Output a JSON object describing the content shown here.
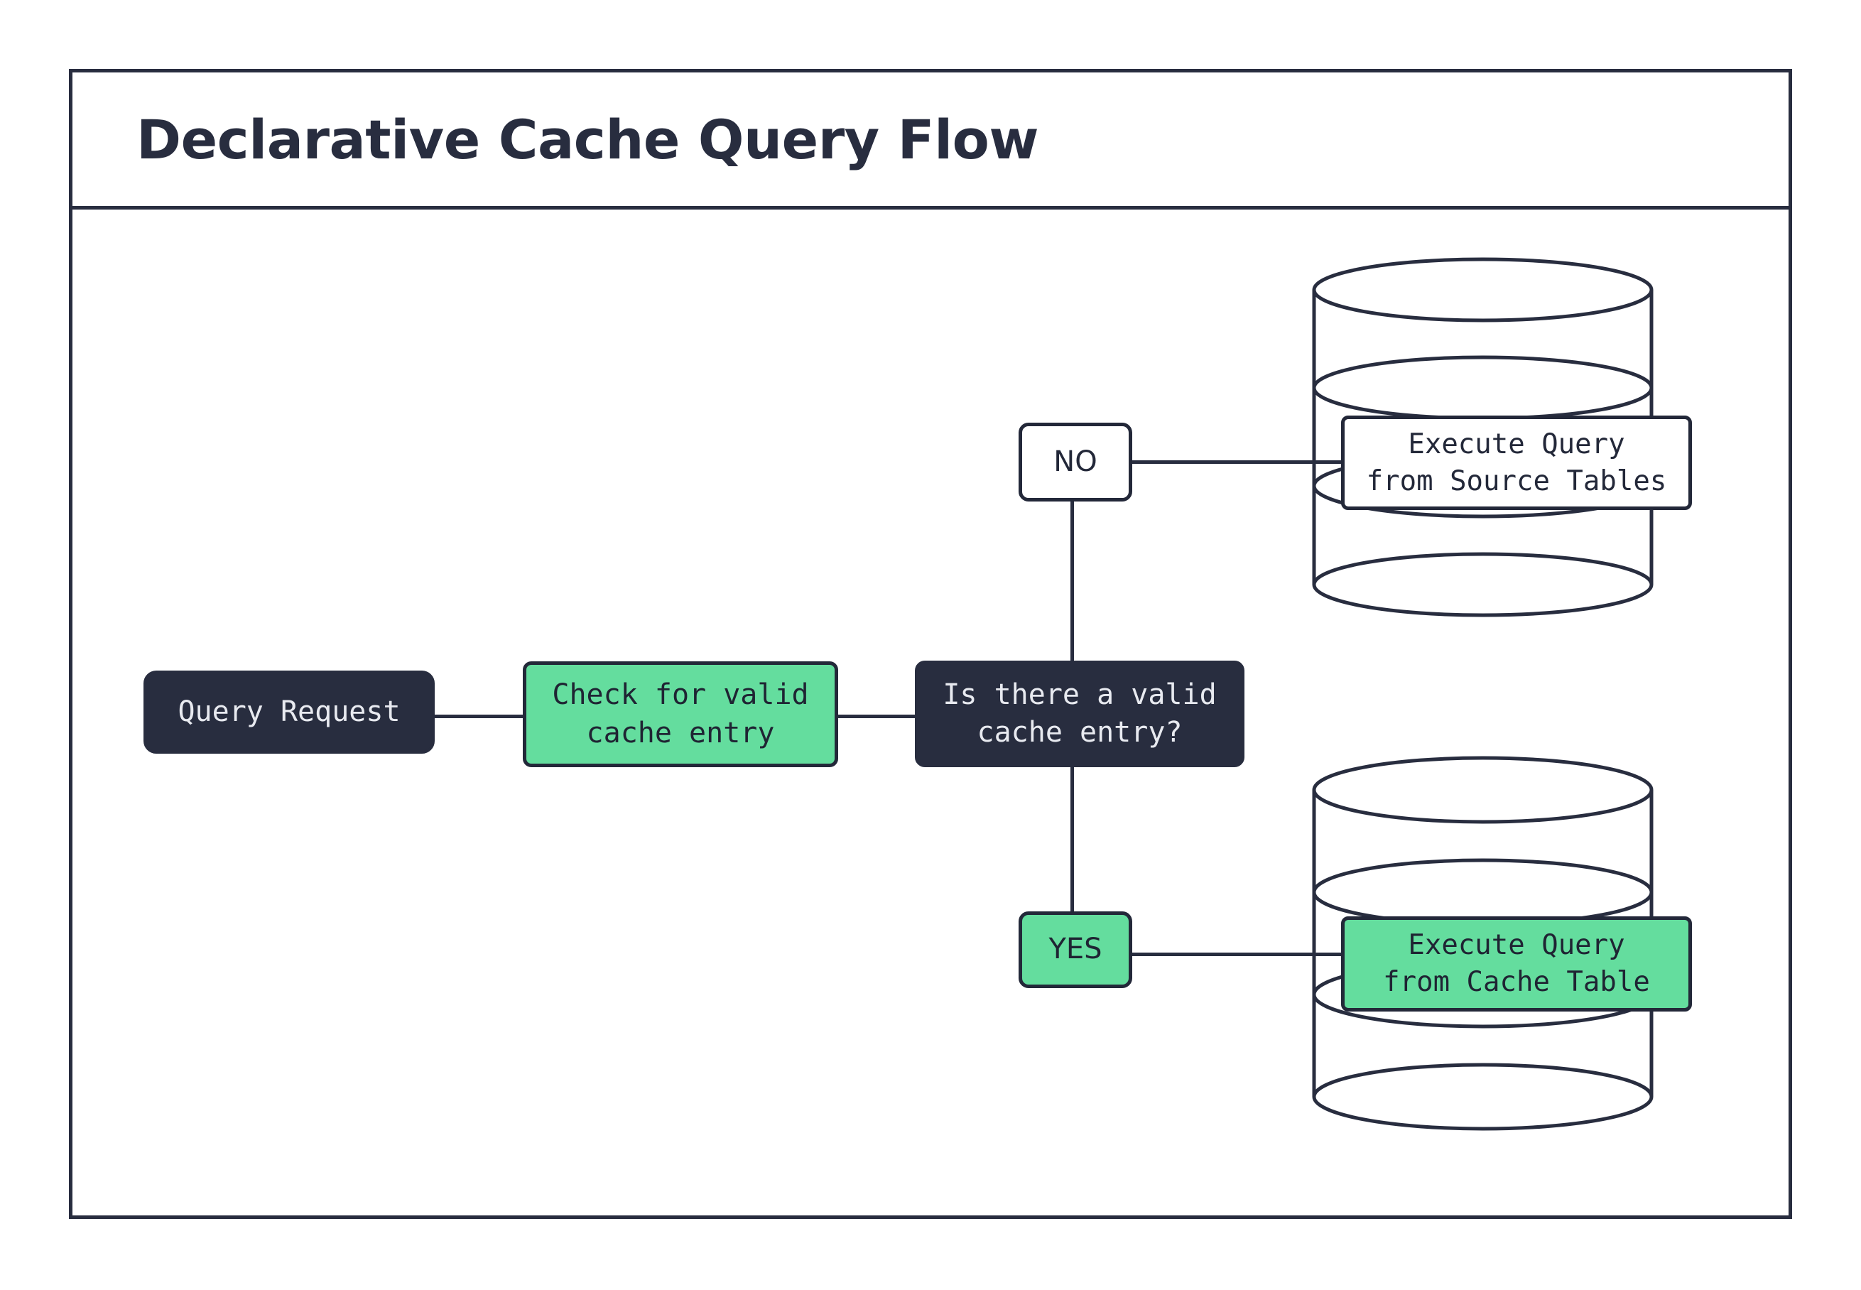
{
  "diagram": {
    "title": "Declarative Cache Query Flow",
    "colors": {
      "ink": "#282d3f",
      "accent_green": "#64dd9e",
      "surface": "#ffffff",
      "node_text_light": "#e8eaf0"
    },
    "nodes": [
      {
        "id": "query-request",
        "label": "Query Request",
        "style": "dark"
      },
      {
        "id": "check-cache",
        "label": "Check for valid\ncache entry",
        "style": "green"
      },
      {
        "id": "decision",
        "label": "Is there a valid\ncache entry?",
        "style": "dark"
      },
      {
        "id": "exec-source",
        "label": "Execute Query\nfrom Source Tables",
        "style": "white"
      },
      {
        "id": "exec-cache",
        "label": "Execute Query\nfrom Cache Table",
        "style": "green"
      }
    ],
    "branch_labels": {
      "no": "NO",
      "yes": "YES"
    },
    "datastores": [
      {
        "id": "source-tables-db",
        "icon": "database-cylinder-icon"
      },
      {
        "id": "cache-table-db",
        "icon": "database-cylinder-icon"
      }
    ],
    "edges": [
      {
        "from": "query-request",
        "to": "check-cache",
        "label": ""
      },
      {
        "from": "check-cache",
        "to": "decision",
        "label": ""
      },
      {
        "from": "decision",
        "to": "exec-source",
        "label": "NO"
      },
      {
        "from": "decision",
        "to": "exec-cache",
        "label": "YES"
      }
    ]
  }
}
